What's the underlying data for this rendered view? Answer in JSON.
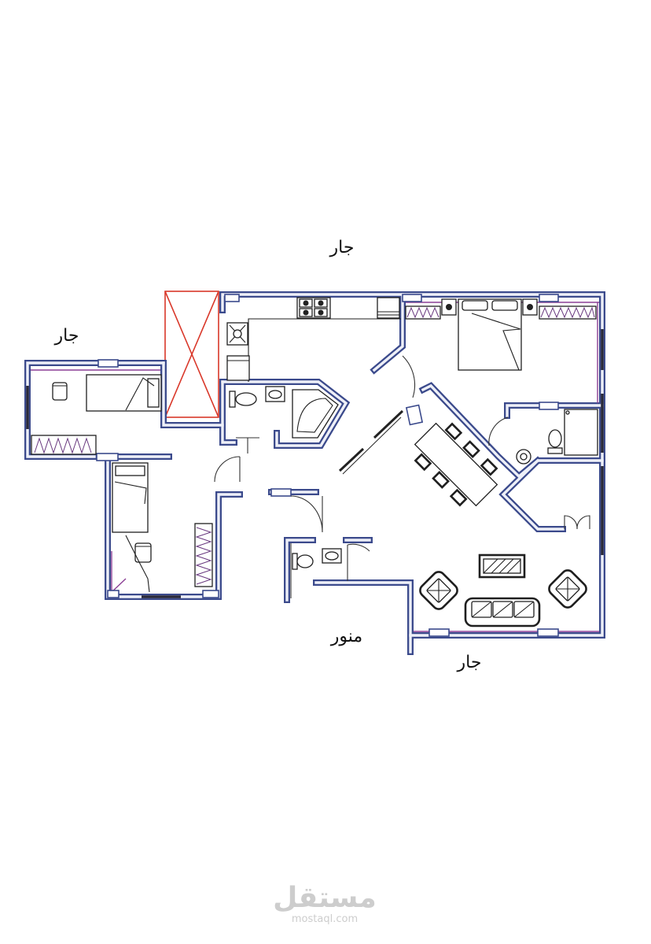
{
  "plan_labels": {
    "neighbor_top": "جار",
    "neighbor_left": "جار",
    "light_well": "منور",
    "neighbor_bottom": "جار"
  },
  "watermark": {
    "logo_text": "مستقل",
    "site": "mostaql.com"
  },
  "colors": {
    "wall": "#3b4a8c",
    "wall_fill": "#eef0f8",
    "shaft_cross": "#d9382a",
    "window": "#8b3f95",
    "furniture": "#1f1f1f",
    "label": "#111111",
    "watermark": "#cdcdcd"
  }
}
